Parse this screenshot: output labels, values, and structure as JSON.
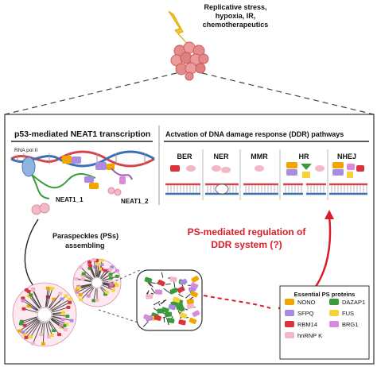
{
  "header": {
    "stress_line1": "Replicative stress,",
    "stress_line2": "hypoxia, IR,",
    "stress_line3": "chemotherapeutics"
  },
  "left_panel": {
    "title": "p53-mediated NEAT1 transcription",
    "rna_pol_label": "RNA pol II",
    "neat1_1": "NEAT1_1",
    "neat1_2": "NEAT1_2",
    "assembly_line1": "Paraspeckles (PSs)",
    "assembly_line2": "assembling"
  },
  "right_panel": {
    "title": "Actvation of DNA damage response (DDR) pathways",
    "pathways": [
      "BER",
      "NER",
      "MMR",
      "HR",
      "NHEJ"
    ]
  },
  "regulation": {
    "line1": "PS-mediated regulation of",
    "line2": "DDR system (?)"
  },
  "legend": {
    "title": "Essential PS proteins",
    "items": [
      {
        "label": "NONO",
        "color": "#f0a500"
      },
      {
        "label": "SFPQ",
        "color": "#a98ce0"
      },
      {
        "label": "RBM14",
        "color": "#d9343d"
      },
      {
        "label": "hnRNP K",
        "color": "#f2b8c6"
      },
      {
        "label": "DAZAP1",
        "color": "#3a9b3a"
      },
      {
        "label": "FUS",
        "color": "#f7d23a"
      },
      {
        "label": "BRG1",
        "color": "#d98ad9"
      }
    ]
  },
  "colors": {
    "dna_red": "#d8434a",
    "dna_blue": "#3d6fb5",
    "arrow_red": "#d91e2b"
  }
}
